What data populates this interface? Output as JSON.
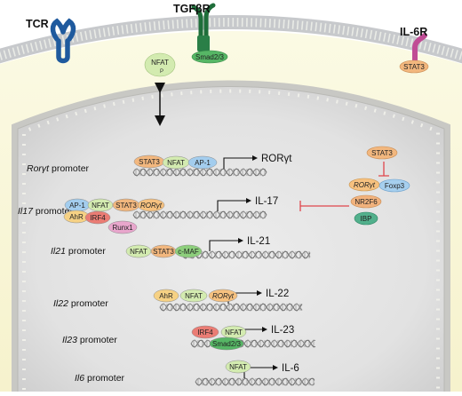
{
  "receptors": {
    "tcr": "TCR",
    "tgfbr": "TGFβR",
    "il6r": "IL-6R"
  },
  "cytoplasm": {
    "nfat": "NFAT",
    "p": "P",
    "smad": "Smad2/3",
    "stat3": "STAT3"
  },
  "regulators": {
    "stat3": "STAT3",
    "ror": "RORγt",
    "foxp3": "Foxp3",
    "nr2f6": "NR2F6",
    "ibp": "IBP"
  },
  "promoters": [
    {
      "gene": "Rorγt",
      "suffix": " promoter",
      "output": "RORγt",
      "factors": [
        "STAT3",
        "NFAT",
        "AP-1"
      ]
    },
    {
      "gene": "Il17",
      "suffix": " promoter",
      "output": "IL-17",
      "factors": [
        "AP-1",
        "NFAT",
        "STAT3",
        "RORγt",
        "AhR",
        "IRF4",
        "Runx1"
      ]
    },
    {
      "gene": "Il21",
      "suffix": " promoter",
      "output": "IL-21",
      "factors": [
        "NFAT",
        "STAT3",
        "c-MAF"
      ]
    },
    {
      "gene": "Il22",
      "suffix": " promoter",
      "output": "IL-22",
      "factors": [
        "AhR",
        "NFAT",
        "RORγt"
      ]
    },
    {
      "gene": "Il23",
      "suffix": " promoter",
      "output": "IL-23",
      "factors": [
        "IRF4",
        "NFAT",
        "Smad2/3"
      ]
    },
    {
      "gene": "Il6",
      "suffix": " promoter",
      "output": "IL-6",
      "factors": [
        "NFAT"
      ]
    }
  ],
  "colors": {
    "stat3": "#f2b77e",
    "nfat": "#d3ebb0",
    "ap1": "#a3cdee",
    "ror": "#f6c17f",
    "ahr": "#f6d184",
    "irf4": "#ea7c74",
    "runx1": "#e8a6cc",
    "cmaf": "#8dcf7c",
    "smad": "#56b665",
    "foxp3": "#a6cfee",
    "ibp": "#52b08c",
    "nr2f6": "#f1b27d",
    "inhibit": "#e0464c"
  }
}
